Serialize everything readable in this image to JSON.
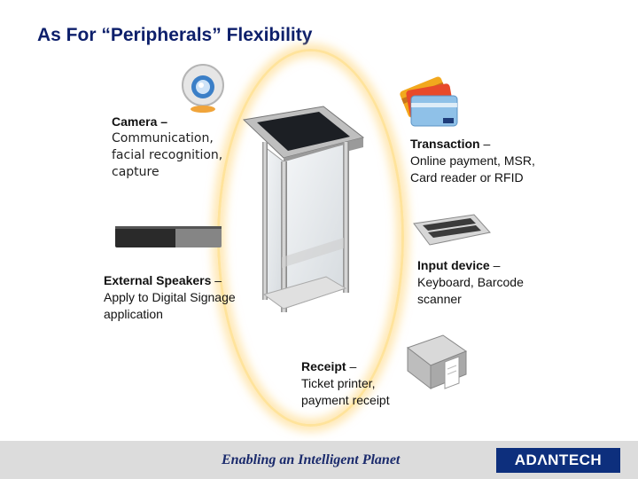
{
  "slide": {
    "title": "As For “Peripherals” Flexibility",
    "items": {
      "camera": {
        "heading": "Camera –",
        "desc_lines": [
          "Communication,",
          "facial recognition,",
          "capture"
        ]
      },
      "transaction": {
        "heading": "Transaction",
        "heading_suffix": " –",
        "desc_lines": [
          "Online payment, MSR,",
          "Card reader or RFID"
        ]
      },
      "speakers": {
        "heading": "External Speakers",
        "heading_suffix": " –",
        "desc_lines": [
          "Apply to Digital Signage",
          "application"
        ]
      },
      "input": {
        "heading": "Input device",
        "heading_suffix": " –",
        "desc_lines": [
          "Keyboard, Barcode",
          "scanner"
        ]
      },
      "receipt": {
        "heading": "Receipt",
        "heading_suffix": " –",
        "desc_lines": [
          "Ticket printer,",
          "payment receipt"
        ]
      }
    }
  },
  "footer": {
    "tagline": "Enabling an Intelligent Planet",
    "logo": "ADΛNTECH"
  },
  "icons": [
    "webcam-icon",
    "credit-cards-icon",
    "speaker-bar-icon",
    "keyboard-icon",
    "receipt-printer-icon",
    "kiosk-image"
  ]
}
